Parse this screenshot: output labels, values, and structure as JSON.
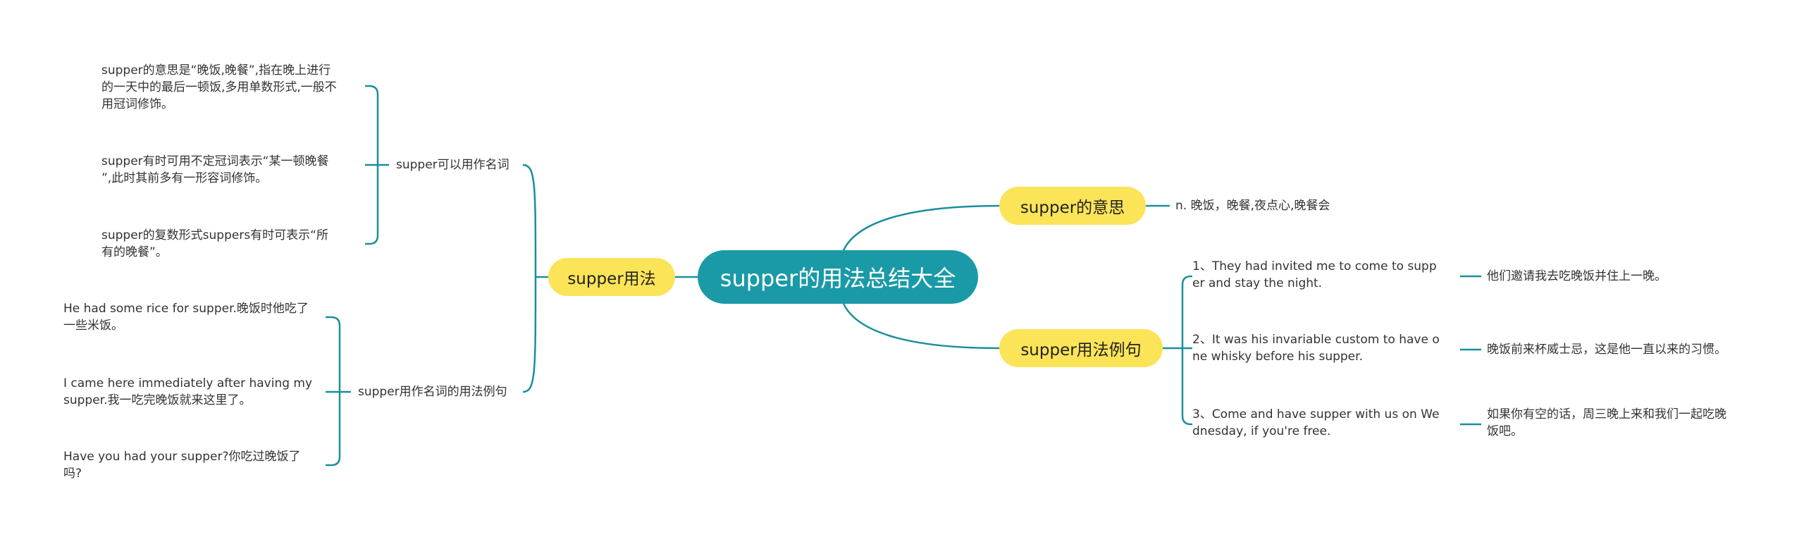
{
  "root": {
    "label": "supper的用法总结大全"
  },
  "left": {
    "branch": {
      "label": "supper用法"
    },
    "groups": [
      {
        "label": "supper可以用作名词",
        "items": [
          "supper的意思是“晚饭,晚餐”,指在晚上进行\n的一天中的最后一顿饭,多用单数形式,一般不\n用冠词修饰。",
          "supper有时可用不定冠词表示“某一顿晚餐\n”,此时其前多有一形容词修饰。",
          "supper的复数形式suppers有时可表示“所\n有的晚餐”。"
        ]
      },
      {
        "label": "supper用作名词的用法例句",
        "items": [
          "He had some rice for supper.晚饭时他吃了\n一些米饭。",
          "I came here immediately after having my\nsupper.我一吃完晚饭就来这里了。",
          "Have you had your supper?你吃过晚饭了\n吗?"
        ]
      }
    ]
  },
  "right": {
    "meaning": {
      "label": "supper的意思",
      "value": "n. 晚饭，晚餐,夜点心,晚餐会"
    },
    "examples": {
      "label": "supper用法例句",
      "items": [
        {
          "en": "1、They had invited me to come to supp\ner and stay the night.",
          "zh": "他们邀请我去吃晚饭并住上一晚。"
        },
        {
          "en": "2、It was his invariable custom to have o\nne whisky before his supper.",
          "zh": "晚饭前来杯威士忌，这是他一直以来的习惯。"
        },
        {
          "en": "3、Come and have supper with us on We\ndnesday, if you're free.",
          "zh": "如果你有空的话，周三晚上来和我们一起吃晚\n饭吧。"
        }
      ]
    }
  }
}
